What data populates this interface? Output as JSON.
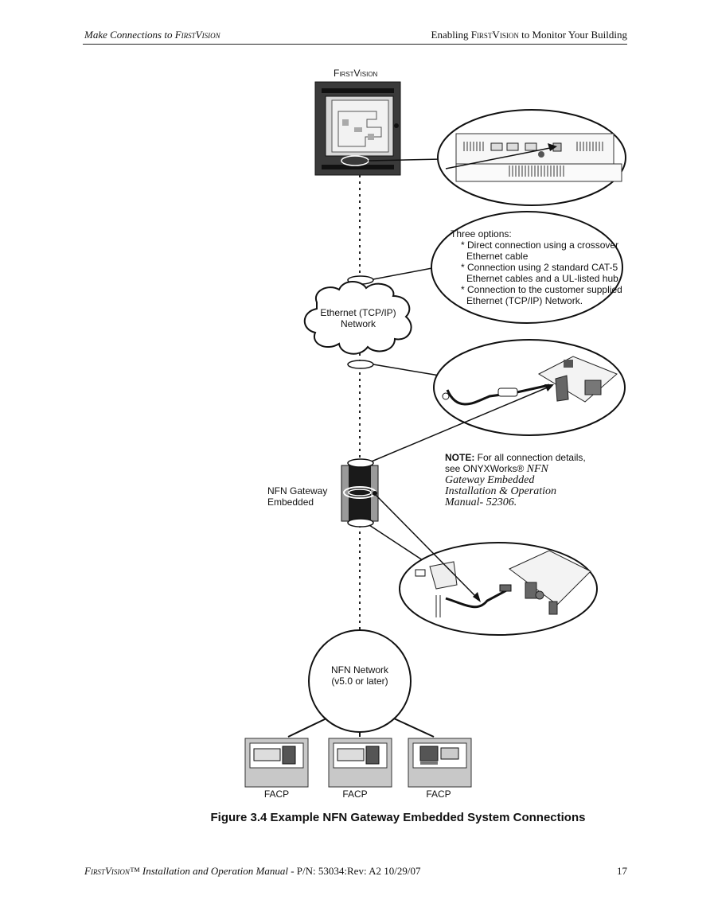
{
  "header": {
    "left_a": "Make Connections to ",
    "left_b": "FirstVision",
    "right_a": "Enabling ",
    "right_b": "FirstVision",
    "right_c": " to Monitor Your Building"
  },
  "diagram": {
    "firstvision_title": "FirstVision",
    "options_title": "Three options:",
    "options": [
      "* Direct connection using a crossover",
      "Ethernet cable",
      "* Connection using 2 standard CAT-5",
      "Ethernet cables and a UL-listed hub",
      "* Connection to the customer supplied",
      "Ethernet (TCP/IP) Network."
    ],
    "ethernet_label_1": "Ethernet (TCP/IP)",
    "ethernet_label_2": "Network",
    "note_bold": "NOTE:",
    "note_text_1": " For all connection details,",
    "note_text_2": "see ONYXWorks® ",
    "note_italic_1": "NFN",
    "note_italic_2": "Gateway Embedded",
    "note_italic_3": "Installation & Operation",
    "note_italic_4": "Manual- 52306.",
    "gateway_label_1": "NFN Gateway",
    "gateway_label_2": "Embedded",
    "nfn_network_1": "NFN Network",
    "nfn_network_2": "(v5.0 or later)",
    "facp_labels": [
      "FACP",
      "FACP",
      "FACP"
    ]
  },
  "caption": "Figure 3.4  Example NFN Gateway Embedded System Connections",
  "footer": {
    "left_a": "FirstVision",
    "left_b": "™ Installation and Operation Manual",
    "left_c": " - P/N: 53034:Rev: A2  10/29/07",
    "page_number": "17"
  }
}
